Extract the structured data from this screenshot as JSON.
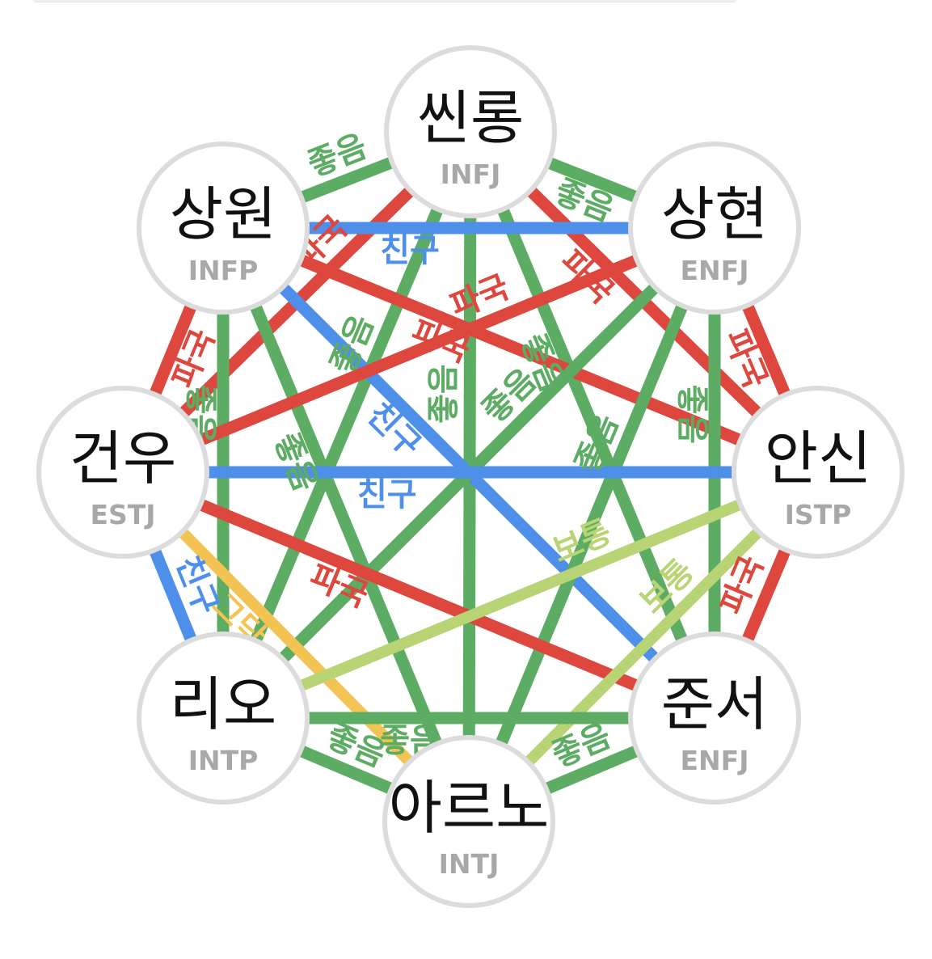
{
  "colors": {
    "good": "#5cac63",
    "bad": "#de473d",
    "friend": "#4e8fea",
    "normal": "#b8d474",
    "hmm": "#f3c453",
    "node_border": "#dcdcdc"
  },
  "nodes": [
    {
      "id": "ssinryong",
      "name": "씬롱",
      "mbti": "INFJ"
    },
    {
      "id": "sanghyun",
      "name": "상현",
      "mbti": "ENFJ"
    },
    {
      "id": "ansin",
      "name": "안신",
      "mbti": "ISTP"
    },
    {
      "id": "junseo",
      "name": "준서",
      "mbti": "ENFJ"
    },
    {
      "id": "areuno",
      "name": "아르노",
      "mbti": "INTJ"
    },
    {
      "id": "rio",
      "name": "리오",
      "mbti": "INTP"
    },
    {
      "id": "gunwoo",
      "name": "건우",
      "mbti": "ESTJ"
    },
    {
      "id": "sangwon",
      "name": "상원",
      "mbti": "INFP"
    }
  ],
  "edges": [
    {
      "from": "ssinryong",
      "to": "sangwon",
      "type": "good",
      "label": "좋음"
    },
    {
      "from": "ssinryong",
      "to": "sanghyun",
      "type": "good",
      "label": "좋음"
    },
    {
      "from": "sanghyun",
      "to": "ansin",
      "type": "bad",
      "label": "파국"
    },
    {
      "from": "ansin",
      "to": "junseo",
      "type": "bad",
      "label": "파국"
    },
    {
      "from": "junseo",
      "to": "areuno",
      "type": "good",
      "label": "좋음"
    },
    {
      "from": "areuno",
      "to": "rio",
      "type": "good",
      "label": "좋음"
    },
    {
      "from": "rio",
      "to": "gunwoo",
      "type": "friend",
      "label": "친구"
    },
    {
      "from": "gunwoo",
      "to": "sangwon",
      "type": "bad",
      "label": "파국"
    },
    {
      "from": "ssinryong",
      "to": "gunwoo",
      "type": "bad",
      "label": "파국"
    },
    {
      "from": "ssinryong",
      "to": "ansin",
      "type": "bad",
      "label": "파국"
    },
    {
      "from": "ssinryong",
      "to": "areuno",
      "type": "good",
      "label": "좋음"
    },
    {
      "from": "ssinryong",
      "to": "rio",
      "type": "good",
      "label": "좋음"
    },
    {
      "from": "ssinryong",
      "to": "junseo",
      "type": "good",
      "label": "좋음"
    },
    {
      "from": "sangwon",
      "to": "sanghyun",
      "type": "friend",
      "label": "친구"
    },
    {
      "from": "sangwon",
      "to": "ansin",
      "type": "bad",
      "label": "파국"
    },
    {
      "from": "sangwon",
      "to": "rio",
      "type": "good",
      "label": "좋음"
    },
    {
      "from": "sangwon",
      "to": "areuno",
      "type": "good",
      "label": "좋음"
    },
    {
      "from": "sangwon",
      "to": "junseo",
      "type": "friend",
      "label": "친구"
    },
    {
      "from": "sanghyun",
      "to": "gunwoo",
      "type": "bad",
      "label": "파국"
    },
    {
      "from": "sanghyun",
      "to": "junseo",
      "type": "good",
      "label": "좋음"
    },
    {
      "from": "sanghyun",
      "to": "rio",
      "type": "good",
      "label": "좋음"
    },
    {
      "from": "sanghyun",
      "to": "areuno",
      "type": "good",
      "label": "좋음"
    },
    {
      "from": "gunwoo",
      "to": "ansin",
      "type": "friend",
      "label": "친구"
    },
    {
      "from": "gunwoo",
      "to": "junseo",
      "type": "bad",
      "label": "파국"
    },
    {
      "from": "gunwoo",
      "to": "areuno",
      "type": "hmm",
      "label": "그닥"
    },
    {
      "from": "ansin",
      "to": "rio",
      "type": "normal",
      "label": "보통"
    },
    {
      "from": "ansin",
      "to": "areuno",
      "type": "normal",
      "label": "보통"
    },
    {
      "from": "rio",
      "to": "junseo",
      "type": "good",
      "label": "좋음"
    }
  ]
}
